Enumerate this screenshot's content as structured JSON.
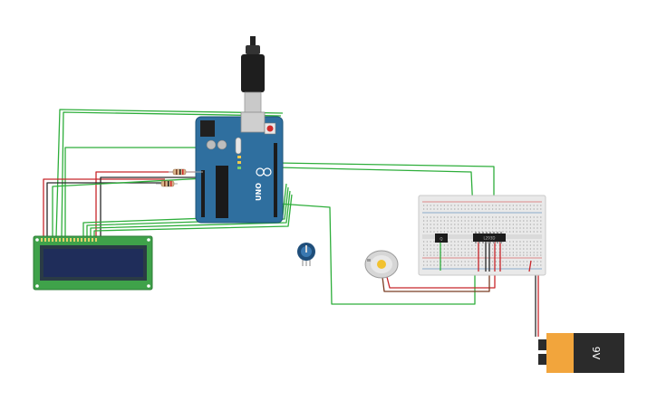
{
  "canvas": {
    "background": "#ffffff"
  },
  "colors": {
    "wire_green": "#2eae3b",
    "wire_red": "#c8262b",
    "wire_black": "#2a2a2a",
    "wire_brown": "#7b3d24",
    "board_blue": "#2f6f9f",
    "lcd_pcb": "#3fa24a",
    "lcd_screen": "#1f2d5a",
    "battery_orange": "#f2a53c",
    "battery_black": "#2b2b2b"
  },
  "arduino": {
    "model_text": "UNO",
    "brand_icon": "arduino-infinity-icon"
  },
  "battery": {
    "label": "9V"
  },
  "ic_chip": {
    "label": "L293D"
  },
  "transistor": {
    "label": "Q"
  }
}
